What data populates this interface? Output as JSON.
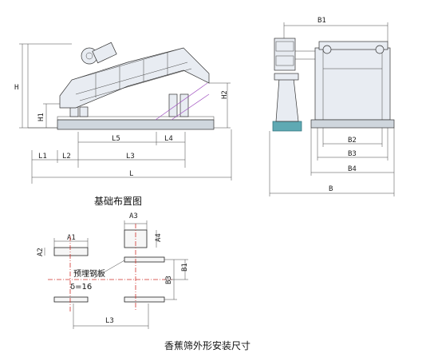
{
  "labels": {
    "H": "H",
    "H1": "H1",
    "H2": "H2",
    "L": "L",
    "L1": "L1",
    "L2": "L2",
    "L3": "L3",
    "L4": "L4",
    "L5": "L5",
    "B": "B",
    "B1": "B1",
    "B2": "B2",
    "B3": "B3",
    "B4": "B4",
    "A1": "A1",
    "A2": "A2",
    "A3": "A3",
    "A4": "A4"
  },
  "plan": {
    "title": "基础布置图",
    "plate_note": "预埋钢板",
    "thickness_note": "δ=16",
    "B1": "B1",
    "B3": "B3",
    "L3": "L3"
  },
  "caption": "香蕉筛外形安装尺寸",
  "colors": {
    "outline": "#222222",
    "centerline": "#d0302a",
    "spring_guide": "#a050c0",
    "foundation_block": "#5fa9b3"
  }
}
